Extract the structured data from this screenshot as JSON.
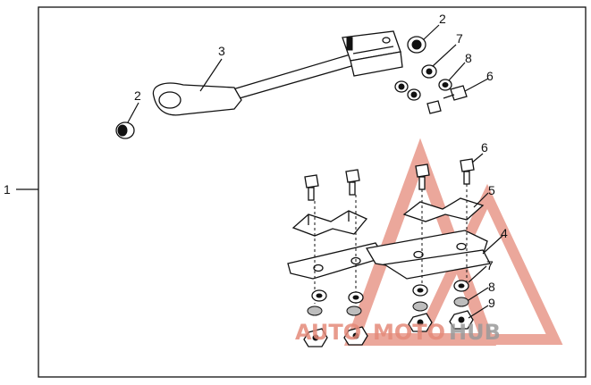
{
  "callouts": {
    "assembly": "1",
    "bushing_top": "2",
    "bushing_left": "2",
    "stabilizer_bar": "3",
    "bracket_plate": "4",
    "mount_bracket": "5",
    "bolt_top": "6",
    "bolt_bottom": "6",
    "washer_top": "7",
    "washer_bottom": "7",
    "lock_washer_top": "8",
    "lock_washer_bottom": "8",
    "nut": "9"
  },
  "watermark": {
    "part1": "AUTO",
    "part2": "MOTO",
    "part3": "HUB",
    "red_color": "#e58a7a",
    "grey_color": "#9a9a9a"
  }
}
